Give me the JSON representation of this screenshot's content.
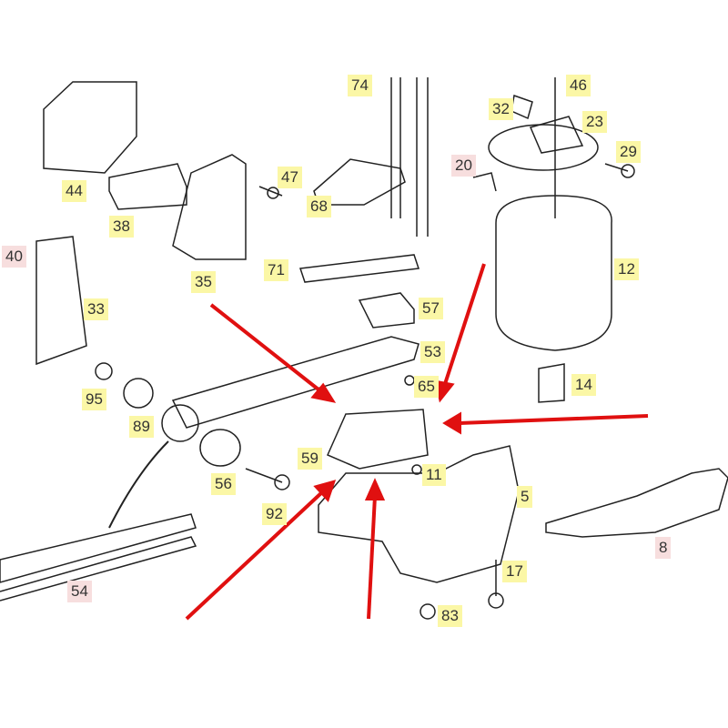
{
  "diagram": {
    "yellow_labels": [
      "74",
      "46",
      "32",
      "23",
      "29",
      "47",
      "44",
      "38",
      "68",
      "35",
      "71",
      "12",
      "33",
      "57",
      "53",
      "95",
      "89",
      "65",
      "14",
      "59",
      "11",
      "56",
      "92",
      "5",
      "17",
      "83"
    ],
    "pink_labels": [
      "40",
      "20",
      "54",
      "8"
    ],
    "colors": {
      "yellow": "#fbf7a6",
      "pink": "#f7dede",
      "arrow": "#e01010"
    }
  }
}
